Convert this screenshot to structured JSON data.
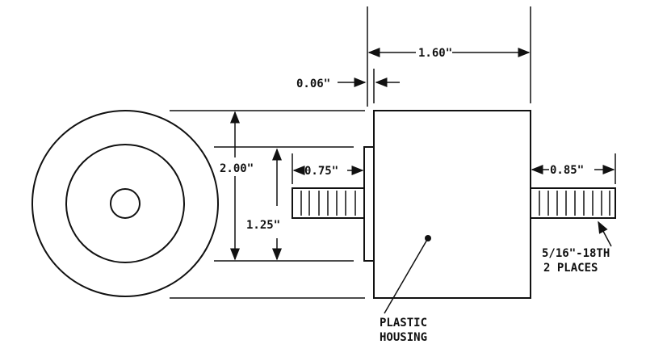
{
  "dimensions": {
    "overall_length": "1.60\"",
    "flange_thickness": "0.06\"",
    "housing_diameter": "2.00\"",
    "flange_diameter": "1.25\"",
    "left_stud_length": "0.75\"",
    "right_stud_length": "0.85\""
  },
  "callouts": {
    "thread_line1": "5/16\"-18TH",
    "thread_line2": "2 PLACES",
    "housing_line1": "PLASTIC",
    "housing_line2": "HOUSING"
  }
}
